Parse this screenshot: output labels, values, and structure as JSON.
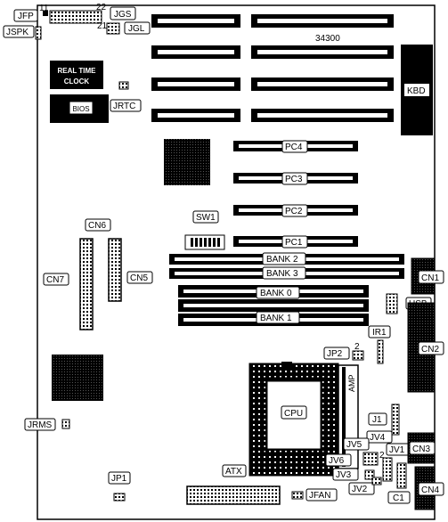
{
  "board": {
    "model": "34300",
    "chips": {
      "rtc_line1": "REAL TIME",
      "rtc_line2": "CLOCK",
      "bios": "BIOS",
      "kbd": "KBD",
      "amp": "AMP",
      "cpu": "CPU"
    },
    "connectors": {
      "jfp": "JFP",
      "jspk": "JSPK",
      "jgs": "JGS",
      "jgl": "JGL",
      "jrtc": "JRTC",
      "pc4": "PC4",
      "pc3": "PC3",
      "pc2": "PC2",
      "pc1": "PC1",
      "sw1": "SW1",
      "cn6": "CN6",
      "cn7": "CN7",
      "cn5": "CN5",
      "bank2": "BANK 2",
      "bank3": "BANK 3",
      "bank0": "BANK 0",
      "bank1": "BANK 1",
      "cn1": "CN1",
      "usb": "USB",
      "ir1": "IR1",
      "jp2": "JP2",
      "cn2": "CN2",
      "jrms": "JRMS",
      "j1": "J1",
      "jv4": "JV4",
      "jv5": "JV5",
      "jv1": "JV1",
      "cn3": "CN3",
      "jv6": "JV6",
      "jv3": "JV3",
      "jv2": "JV2",
      "c1": "C1",
      "cn4": "CN4",
      "jp1": "JP1",
      "atx": "ATX",
      "jfan": "JFAN"
    },
    "pin_numbers": {
      "jfp_11": "11",
      "jgs_22": "22",
      "jgs_21": "21",
      "jp2_2": "2",
      "jv_2": "2"
    }
  }
}
